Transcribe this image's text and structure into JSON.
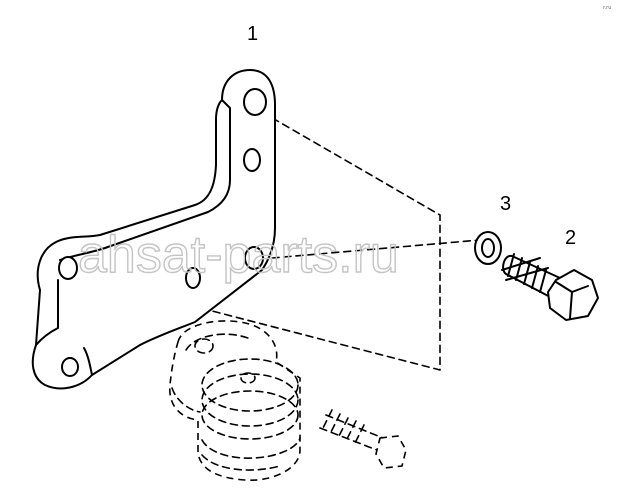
{
  "diagram": {
    "callouts": [
      {
        "id": "1",
        "text": "1"
      },
      {
        "id": "2",
        "text": "2"
      },
      {
        "id": "3",
        "text": "3"
      }
    ],
    "watermark": "ahsat-parts.ru",
    "corner_mark": "r.ru"
  }
}
